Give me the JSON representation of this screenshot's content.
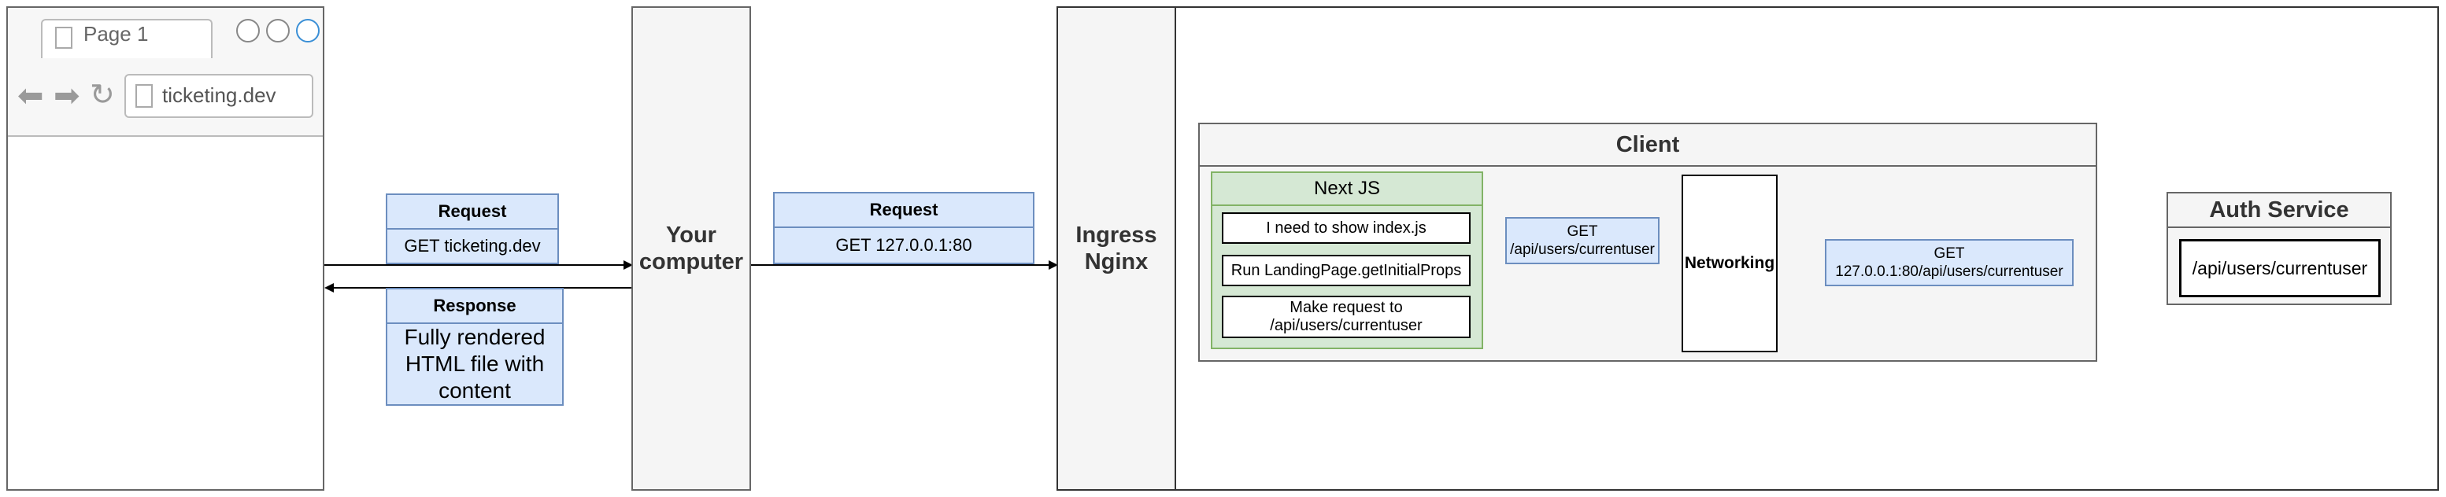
{
  "browser": {
    "tab_label": "Page 1",
    "url": "ticketing.dev",
    "back_icon": "arrow-left-icon",
    "forward_icon": "arrow-right-icon",
    "reload_icon": "reload-icon",
    "page_icon": "file-icon"
  },
  "request1": {
    "title": "Request",
    "body": "GET ticketing.dev"
  },
  "response1": {
    "title": "Response",
    "body": "Fully rendered HTML file with content"
  },
  "computer": {
    "label": "Your computer"
  },
  "request2": {
    "title": "Request",
    "body": "GET 127.0.0.1:80"
  },
  "ingress": {
    "label": "Ingress Nginx"
  },
  "client": {
    "title": "Client",
    "nextjs": {
      "title": "Next JS",
      "steps": [
        "I need to show index.js",
        "Run LandingPage.getInitialProps",
        "Make request to /api/users/currentuser"
      ]
    },
    "get_label": "GET /api/users/currentuser",
    "networking": "Networking",
    "get_full": "GET 127.0.0.1:80/api/users/currentuser"
  },
  "auth": {
    "title": "Auth Service",
    "route": "/api/users/currentuser"
  },
  "colors": {
    "blue_fill": "#dae8fc",
    "blue_stroke": "#6c8ebf",
    "green_fill": "#d5e8d4",
    "green_stroke": "#82b366",
    "gray_fill": "#f5f5f5",
    "gray_stroke": "#666666"
  }
}
